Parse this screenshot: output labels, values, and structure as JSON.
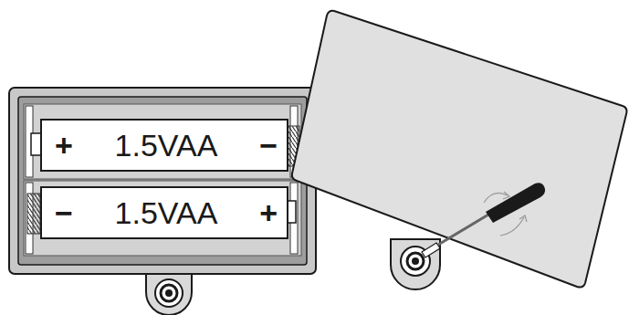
{
  "diagram": {
    "nodes": [
      {
        "text": [
          "+",
          "1.5VAA",
          "−"
        ]
      },
      {
        "text": [
          "−",
          "1.5VAA",
          "+"
        ]
      }
    ]
  }
}
